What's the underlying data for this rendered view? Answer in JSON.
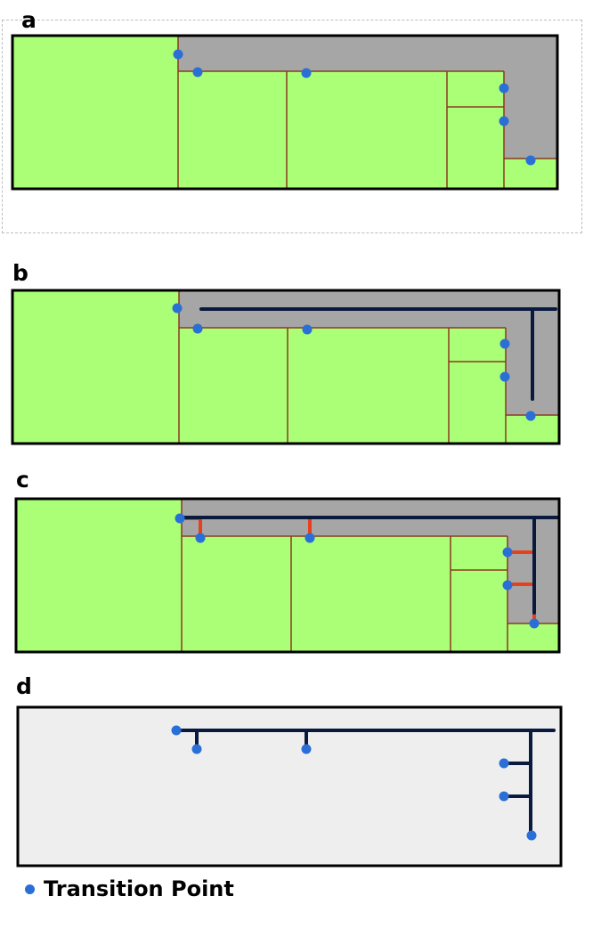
{
  "panels": [
    {
      "label": "a"
    },
    {
      "label": "b"
    },
    {
      "label": "c"
    },
    {
      "label": "d"
    }
  ],
  "legend": {
    "label": "Transition Point",
    "marker": "blue-dot"
  },
  "colors": {
    "room": "#aaff77",
    "corridor": "#a6a6a6",
    "background_d": "#eeeeee",
    "wall": "#8b3a1f",
    "path": "#0a1a3f",
    "connector": "#e8401c",
    "point": "#2a6fd6",
    "frame": "#000000"
  }
}
